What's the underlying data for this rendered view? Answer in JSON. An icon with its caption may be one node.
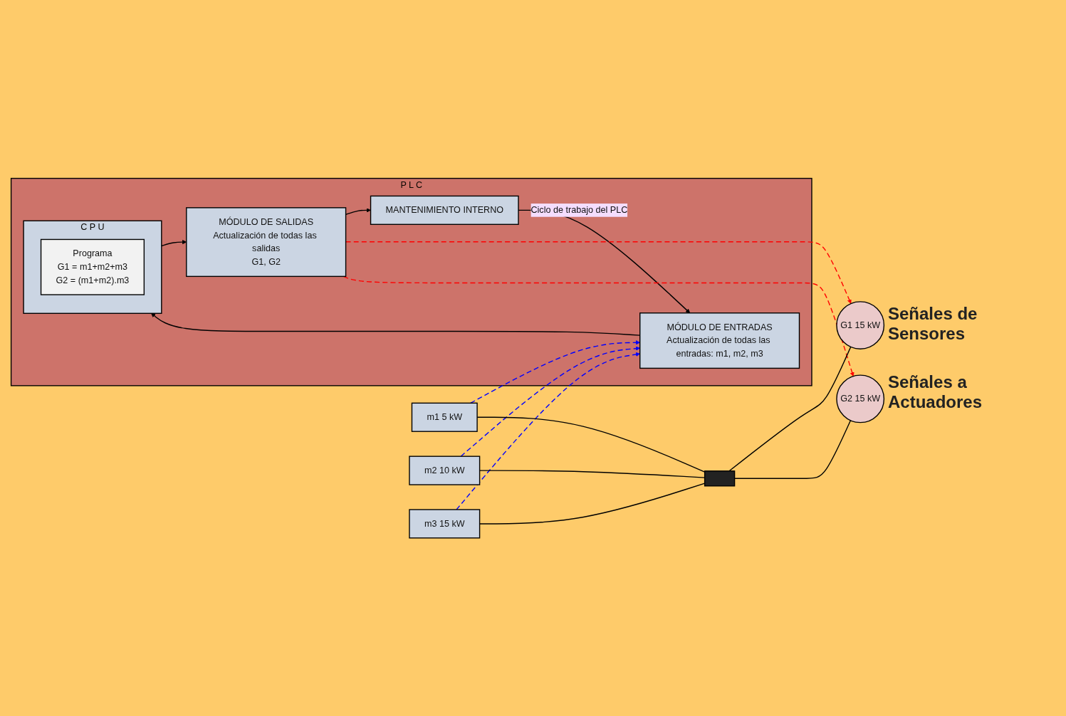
{
  "diagram": {
    "nodes": [
      {
        "text": [
          "P L C"
        ]
      },
      {
        "text": [
          "MÓDULO DE ENTRADAS",
          "Actualización de todas las entradas: m1, m2, m3"
        ],
        "in": 0
      },
      {
        "text": [
          "C P U"
        ],
        "in": 0
      },
      {
        "text": [
          "Programa",
          "G1 = m1+m2+m3",
          "G2 = (m1+m2).m3"
        ],
        "in": 2
      },
      {
        "text": [
          "MÓDULO DE SALIDAS",
          "Actualización de todas las salidas",
          "G1, G2"
        ],
        "in": 0
      },
      {
        "text": [
          "MANTENIMIENTO INTERNO"
        ],
        "in": 0
      },
      {
        "text": [
          "m1 5 kW"
        ]
      },
      {
        "text": [
          "m2 10 kW"
        ]
      },
      {
        "text": [
          "m3 15 kW"
        ]
      },
      {
        "text": [
          "G1 15 kW"
        ]
      },
      {
        "text": [
          "G2 15 kW"
        ]
      },
      {
        "text": [],
        "shape": "bar"
      }
    ],
    "edges": [
      {
        "from": 1,
        "to": 2,
        "arrow": "to"
      },
      {
        "from": 2,
        "to": 4,
        "arrow": "to"
      },
      {
        "from": 4,
        "to": 5,
        "arrow": "to"
      },
      {
        "from": 5,
        "to": 1,
        "arrow": "to",
        "label": "Ciclo de trabajo del PLC"
      },
      {
        "from": 6,
        "to": 1,
        "arrow": "to",
        "style": "dashed",
        "color": "#0000ff"
      },
      {
        "from": 7,
        "to": 1,
        "arrow": "to",
        "style": "dashed",
        "color": "#0000ff"
      },
      {
        "from": 8,
        "to": 1,
        "arrow": "to",
        "style": "dashed",
        "color": "#0000ff"
      },
      {
        "from": 4,
        "to": 9,
        "arrow": "to",
        "style": "dashed",
        "color": "#ff0000"
      },
      {
        "from": 4,
        "to": 10,
        "arrow": "to",
        "style": "dashed",
        "color": "#ff0000"
      },
      {
        "from": 6,
        "to": 11,
        "arrow": "none"
      },
      {
        "from": 7,
        "to": 11,
        "arrow": "none"
      },
      {
        "from": 8,
        "to": 11,
        "arrow": "none"
      },
      {
        "from": 11,
        "to": 9,
        "arrow": "none"
      },
      {
        "from": 11,
        "to": 10,
        "arrow": "none"
      }
    ],
    "labels": [
      "Señales de Sensores",
      "Señales a Actuadores"
    ]
  }
}
